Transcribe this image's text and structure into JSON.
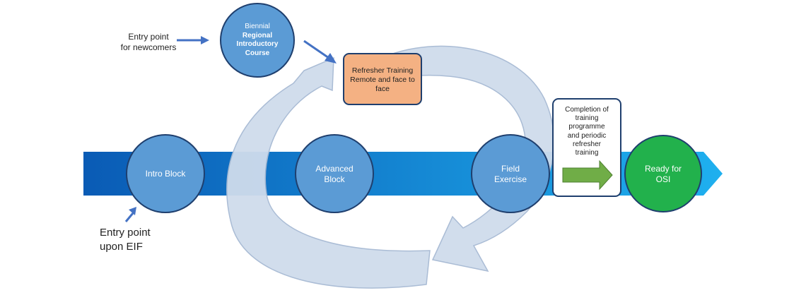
{
  "colors": {
    "band_start": "#0a5bb5",
    "band_end": "#1fb0ef",
    "circle": "#5b9bd5",
    "circle_stroke": "#1f3f6e",
    "cycle_arrow": "#cfdcec",
    "refresher_box": "#f4b183",
    "ready_circle": "#22b14c",
    "pointer_arrow": "#4472c4",
    "green_arrow": "#70ad47"
  },
  "entry_newcomers": {
    "line1": "Entry point",
    "line2": "for newcomers"
  },
  "biennial_course": {
    "line1": "Biennial",
    "line2": "Regional",
    "line3": "Introductory",
    "line4": "Course"
  },
  "refresher_training": {
    "line1": "Refresher Training",
    "line2": "Remote and face to",
    "line3": "face"
  },
  "completion_box": {
    "line1": "Completion of",
    "line2": "training",
    "line3": "programme",
    "line4": "and periodic",
    "line5": "refresher",
    "line6": "training"
  },
  "stages": {
    "intro": {
      "label": "Intro Block"
    },
    "advanced": {
      "line1": "Advanced",
      "line2": "Block"
    },
    "field": {
      "line1": "Field",
      "line2": "Exercise"
    },
    "ready": {
      "line1": "Ready for",
      "line2": "OSI"
    }
  },
  "entry_eif": {
    "line1": "Entry point",
    "line2": "upon EIF"
  }
}
